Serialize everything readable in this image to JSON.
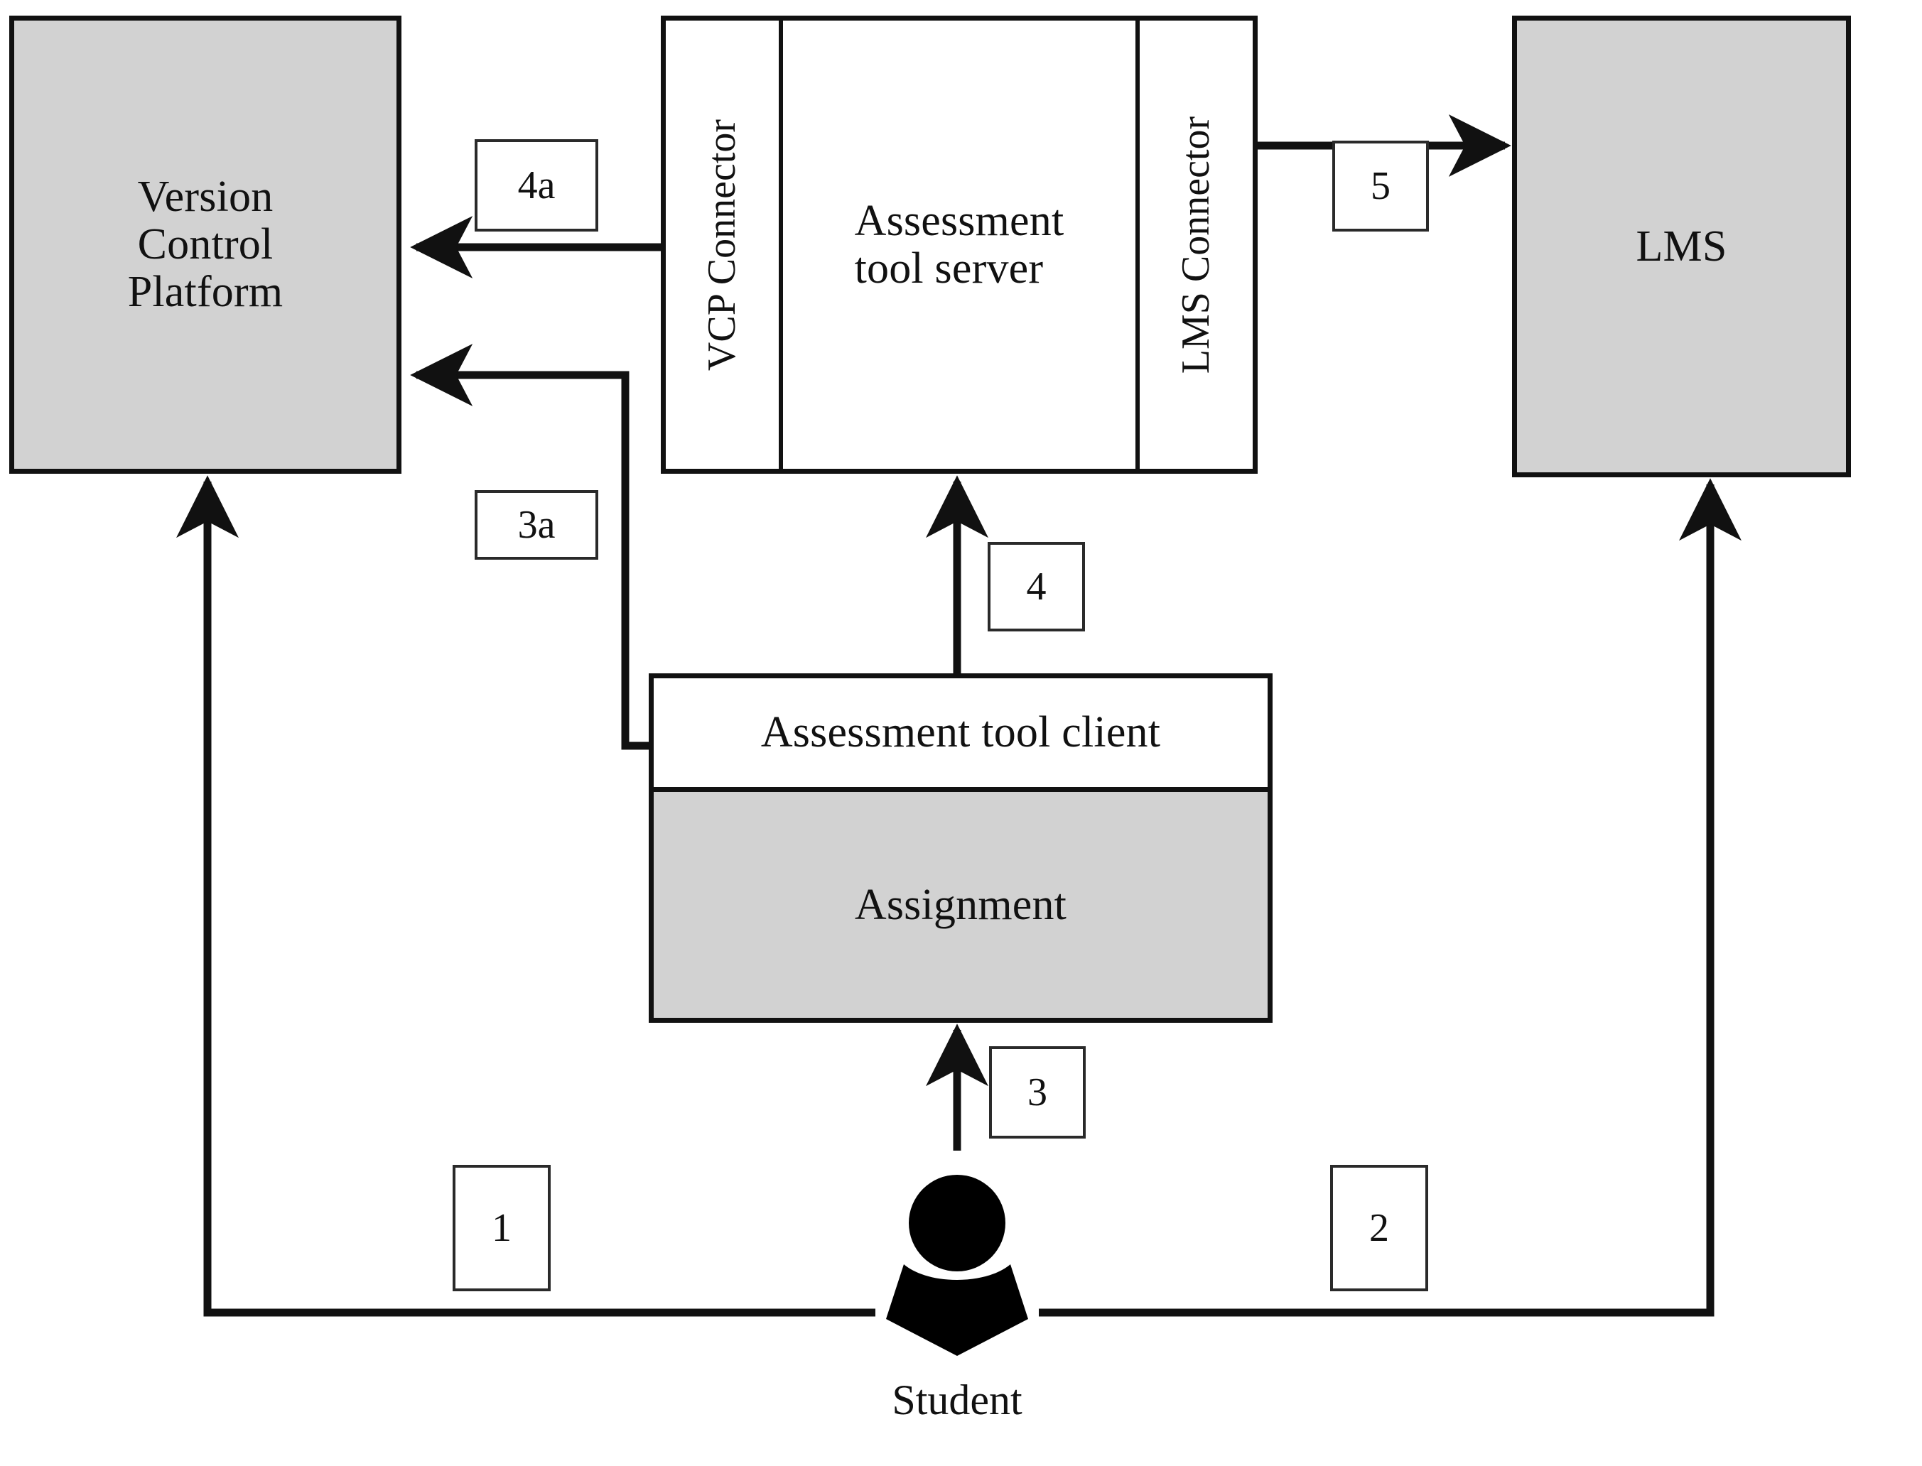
{
  "diagram": {
    "type": "architecture-flow",
    "nodes": [
      {
        "id": "vcp",
        "label": "Version\nControl\nPlatform",
        "label_line1": "Version",
        "label_line2": "Control",
        "label_line3": "Platform",
        "fill": "#d2d2d2"
      },
      {
        "id": "vcp_conn",
        "label": "VCP Connector",
        "fill": "#ffffff",
        "orientation": "vertical"
      },
      {
        "id": "server",
        "label_line1": "Assessment",
        "label_line2": "tool server",
        "fill": "#ffffff"
      },
      {
        "id": "lms_conn",
        "label": "LMS Connector",
        "fill": "#ffffff",
        "orientation": "vertical"
      },
      {
        "id": "lms",
        "label": "LMS",
        "fill": "#d2d2d2"
      },
      {
        "id": "client",
        "label": "Assessment tool client",
        "fill": "#ffffff"
      },
      {
        "id": "assignment",
        "label": "Assignment",
        "fill": "#d2d2d2"
      },
      {
        "id": "student",
        "label": "Student",
        "fill": "#000000"
      }
    ],
    "edges": [
      {
        "tag": "1",
        "from": "student",
        "to": "vcp",
        "direction": "up"
      },
      {
        "tag": "2",
        "from": "student",
        "to": "lms",
        "direction": "up"
      },
      {
        "tag": "3",
        "from": "student",
        "to": "assignment",
        "direction": "up"
      },
      {
        "tag": "3a",
        "from": "client",
        "to": "vcp",
        "direction": "left"
      },
      {
        "tag": "4",
        "from": "client",
        "to": "server",
        "direction": "up"
      },
      {
        "tag": "4a",
        "from": "vcp_conn",
        "to": "vcp",
        "direction": "left"
      },
      {
        "tag": "5",
        "from": "lms_conn",
        "to": "lms",
        "direction": "right"
      }
    ],
    "step_tags": [
      "1",
      "2",
      "3",
      "3a",
      "4",
      "4a",
      "5"
    ],
    "colors": {
      "stroke": "#111111",
      "node_fill_gray": "#d2d2d2",
      "node_fill_white": "#ffffff",
      "tag_border": "#2a2a2a",
      "background": "#ffffff",
      "student_icon": "#000000"
    }
  },
  "labels": {
    "vcp_line1": "Version",
    "vcp_line2": "Control",
    "vcp_line3": "Platform",
    "vcp_connector": "VCP Connector",
    "server_line1": "Assessment",
    "server_line2": "tool server",
    "lms_connector": "LMS Connector",
    "lms": "LMS",
    "client": "Assessment tool client",
    "assignment": "Assignment",
    "student": "Student"
  },
  "steps": {
    "one": "1",
    "two": "2",
    "three": "3",
    "three_a": "3a",
    "four": "4",
    "four_a": "4a",
    "five": "5"
  }
}
